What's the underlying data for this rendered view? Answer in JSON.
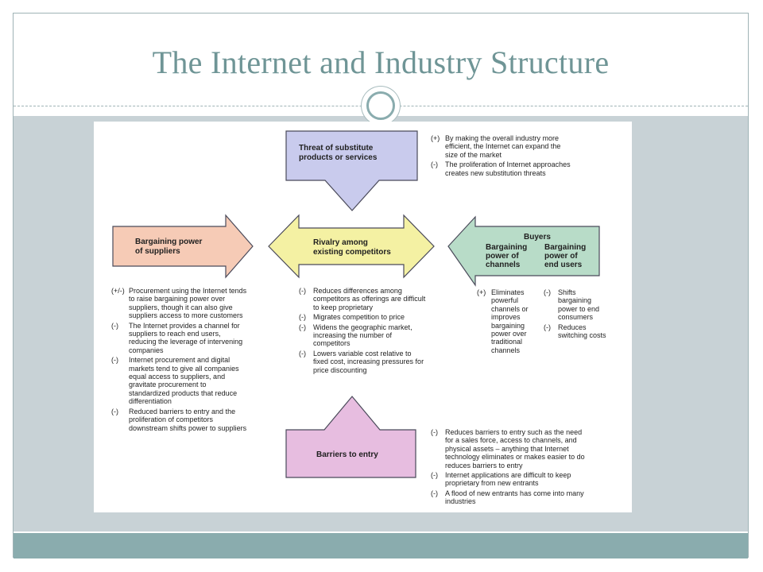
{
  "slide": {
    "title": "The Internet and Industry Structure"
  },
  "diagram": {
    "substitutes": {
      "label_lines": [
        "Threat of substitute",
        "products or services"
      ],
      "effects": [
        {
          "mark": "(+)",
          "text": "By making the overall industry more efficient, the Internet can expand the size of the market"
        },
        {
          "mark": "(-)",
          "text": "The proliferation of Internet approaches creates new substitution threats"
        }
      ]
    },
    "suppliers": {
      "label_lines": [
        "Bargaining power",
        "of suppliers"
      ],
      "effects": [
        {
          "mark": "(+/-)",
          "text": "Procurement using the Internet tends to raise bargaining power over suppliers, though it can also give suppliers access to more customers"
        },
        {
          "mark": "(-)",
          "text": "The Internet provides a channel for suppliers to reach end users, reducing the leverage of intervening companies"
        },
        {
          "mark": "(-)",
          "text": "Internet procurement and digital markets tend to give all companies equal access to suppliers, and gravitate procurement to standardized products that reduce differentiation"
        },
        {
          "mark": "(-)",
          "text": "Reduced barriers to entry and the proliferation of competitors downstream shifts power to suppliers"
        }
      ]
    },
    "rivalry": {
      "label_lines": [
        "Rivalry among",
        "existing competitors"
      ],
      "effects": [
        {
          "mark": "(-)",
          "text": "Reduces differences among competitors as offerings are difficult to keep proprietary"
        },
        {
          "mark": "(-)",
          "text": "Migrates competition to price"
        },
        {
          "mark": "(-)",
          "text": "Widens the geographic market, increasing the number of competitors"
        },
        {
          "mark": "(-)",
          "text": "Lowers variable cost relative to fixed cost, increasing pressures for price discounting"
        }
      ]
    },
    "buyers": {
      "heading": "Buyers",
      "col1_lines": [
        "Bargaining",
        "power of",
        "channels"
      ],
      "col2_lines": [
        "Bargaining",
        "power of",
        "end users"
      ],
      "channels_effects": [
        {
          "mark": "(+)",
          "text": "Eliminates powerful channels or improves bargaining power over traditional channels"
        }
      ],
      "end_user_effects": [
        {
          "mark": "(-)",
          "text": "Shifts bargaining power to end consumers"
        },
        {
          "mark": "(-)",
          "text": "Reduces switching costs"
        }
      ]
    },
    "barriers": {
      "label_lines": [
        "Barriers to entry"
      ],
      "effects": [
        {
          "mark": "(-)",
          "text": "Reduces barriers to entry such as the need for a sales force, access to channels, and physical assets – anything that Internet technology eliminates or makes easier to do reduces barriers to entry"
        },
        {
          "mark": "(-)",
          "text": "Internet applications are difficult to keep proprietary from new entrants"
        },
        {
          "mark": "(-)",
          "text": "A flood of new entrants has come into many industries"
        }
      ]
    }
  },
  "colors": {
    "title": "#6f9596",
    "body_band": "#c8d2d6",
    "footer_band": "#8aacae",
    "substitutes_fill": "#c9cbed",
    "suppliers_fill": "#f6cbb6",
    "rivalry_fill": "#f4f1a3",
    "buyers_fill": "#b8dcc8",
    "barriers_fill": "#e7bde0"
  }
}
